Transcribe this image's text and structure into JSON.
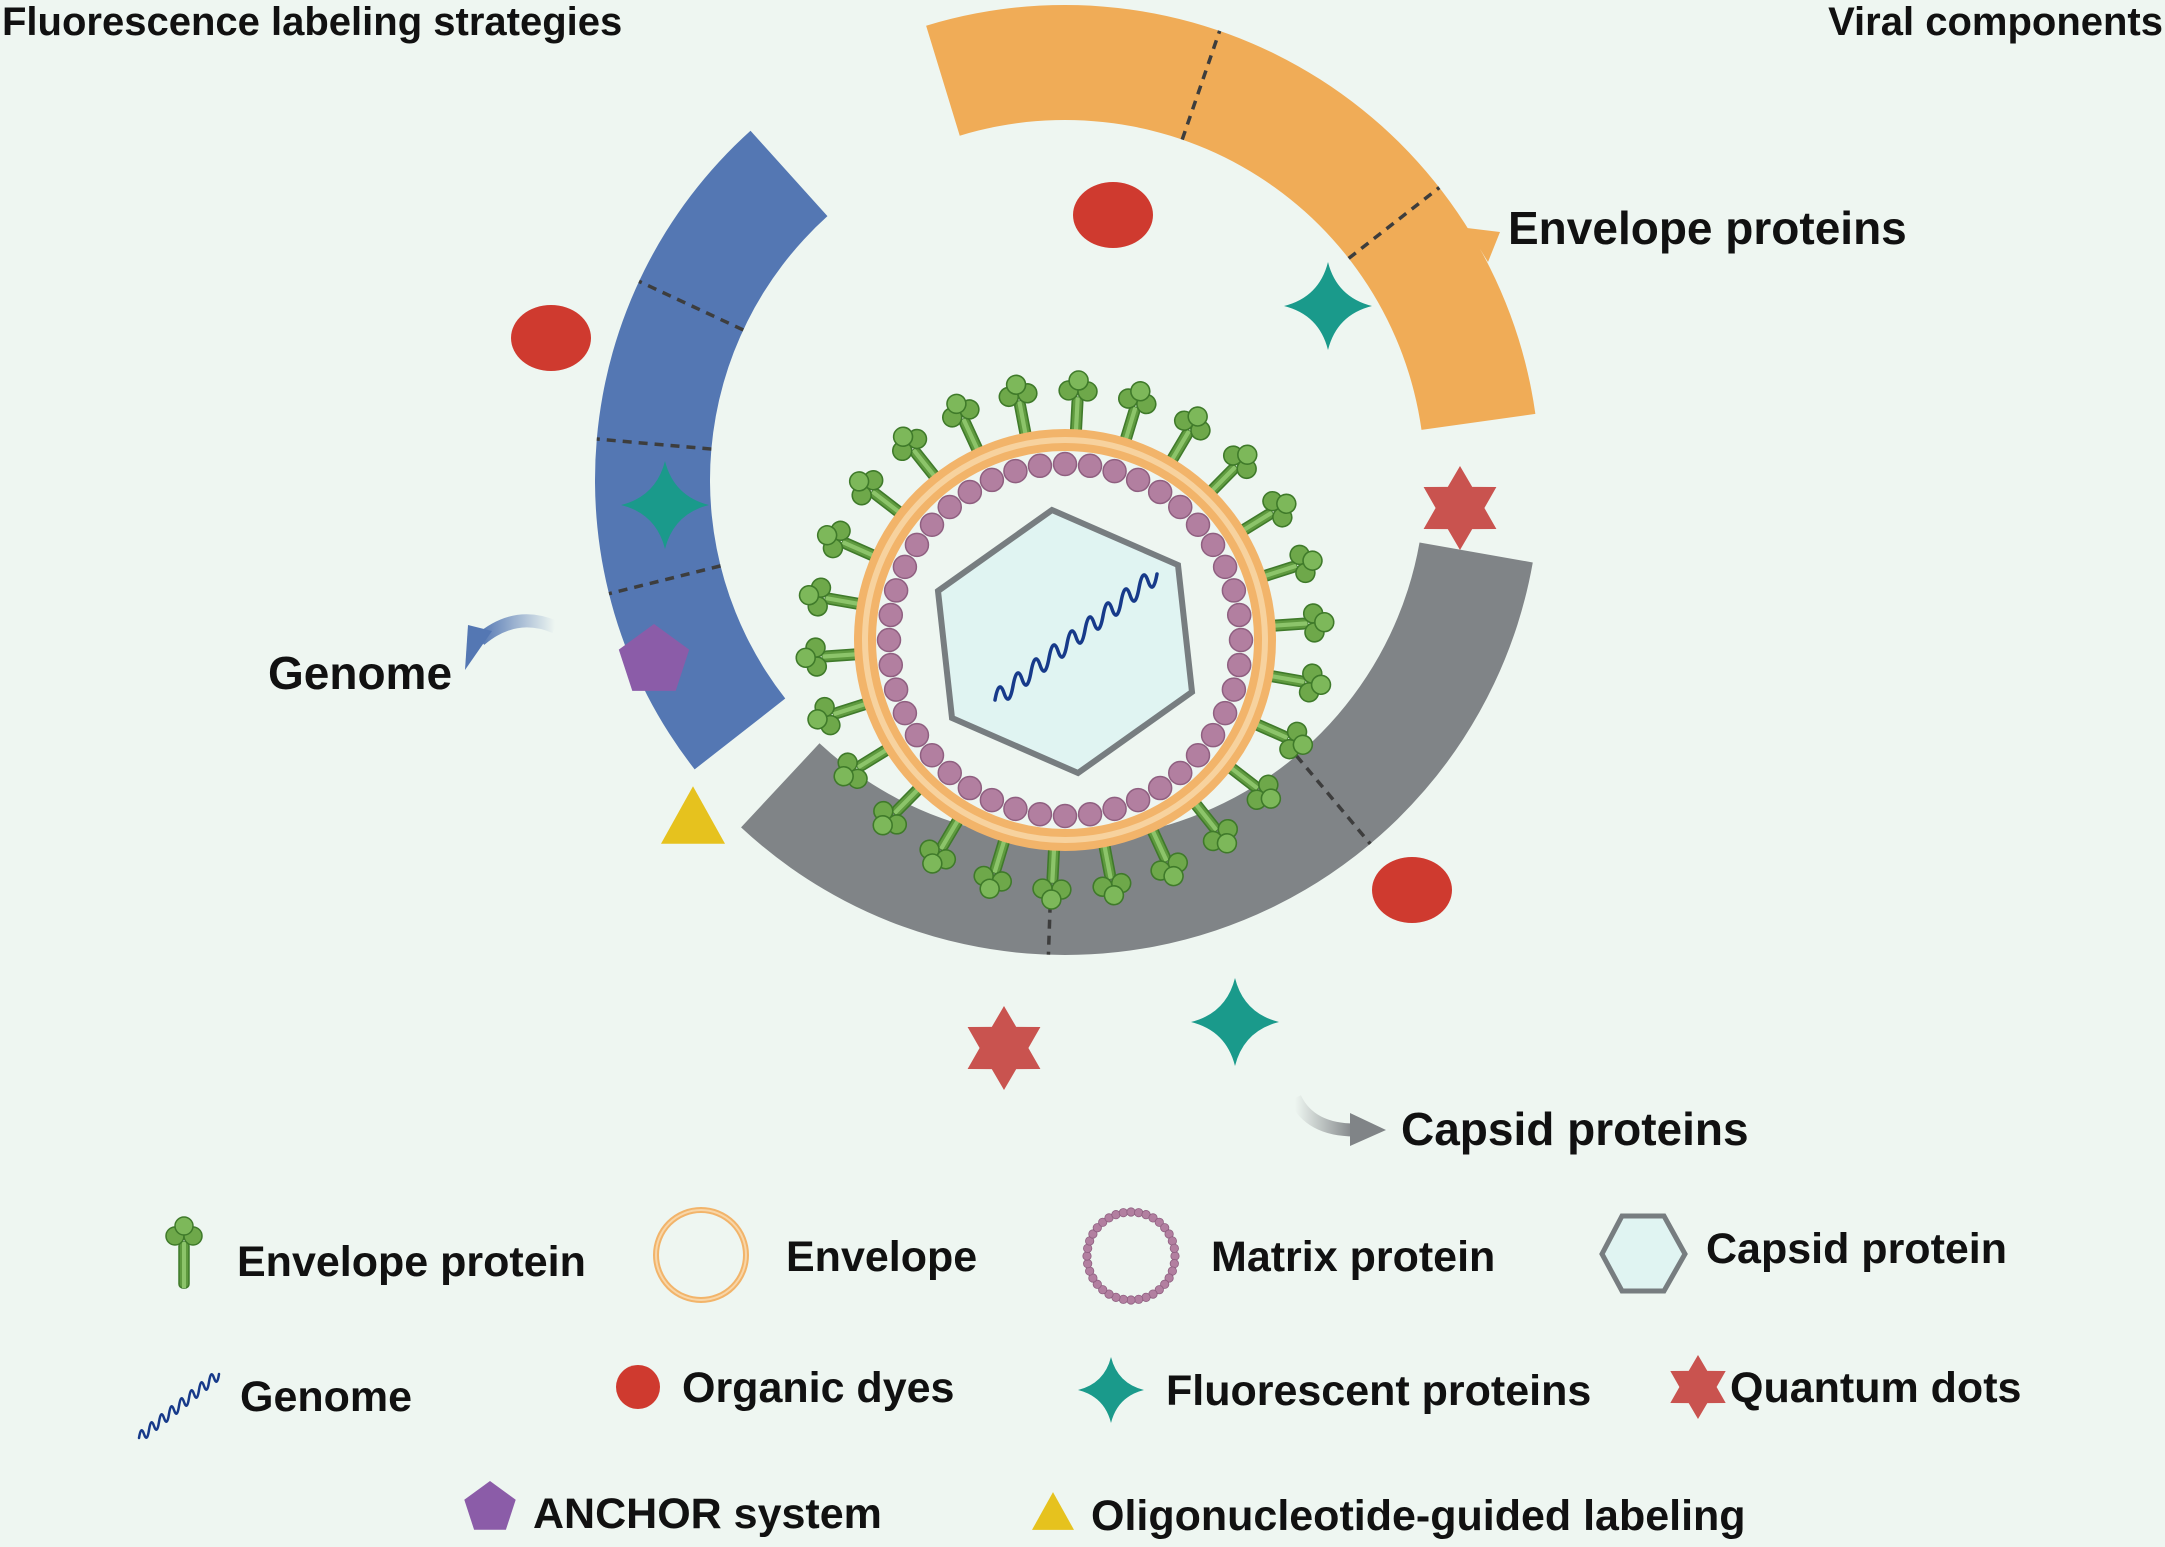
{
  "headings": {
    "left": "Fluorescence labeling strategies",
    "right": "Viral components"
  },
  "callouts": {
    "envelope": "Envelope proteins",
    "genome": "Genome",
    "capsid": "Capsid proteins"
  },
  "legend": {
    "envelope_protein": "Envelope protein",
    "envelope": "Envelope",
    "matrix_protein": "Matrix protein",
    "capsid_protein": "Capsid protein",
    "genome": "Genome",
    "organic_dyes": "Organic dyes",
    "fluorescent_proteins": "Fluorescent proteins",
    "quantum_dots": "Quantum dots",
    "anchor_system": "ANCHOR system",
    "oligo_labeling": "Oligonucleotide-guided labeling"
  },
  "colors": {
    "background": "#eef6f1",
    "genome_band": "#5477b3",
    "envelope_band": "#f0ac57",
    "capsid_band": "#808487",
    "organic_dye": "#cf3a2f",
    "fluorescent_protein": "#1a9a8b",
    "quantum_dot": "#c9534f",
    "anchor": "#8b5ca8",
    "oligo": "#e6c21e",
    "envelope_protein": "#6ea84a",
    "envelope_ring": "#f2b46a",
    "matrix_protein": "#b27fa0",
    "capsid": "#e0f4f2",
    "genome_strand": "#173a8a"
  },
  "bands": [
    {
      "component": "Genome",
      "color_key": "genome_band",
      "labels": [
        "organic_dye",
        "fluorescent_protein",
        "anchor",
        "oligo"
      ]
    },
    {
      "component": "Envelope proteins",
      "color_key": "envelope_band",
      "labels": [
        "organic_dye",
        "fluorescent_protein",
        "quantum_dot"
      ]
    },
    {
      "component": "Capsid proteins",
      "color_key": "capsid_band",
      "labels": [
        "organic_dye",
        "fluorescent_protein",
        "quantum_dot"
      ]
    }
  ]
}
